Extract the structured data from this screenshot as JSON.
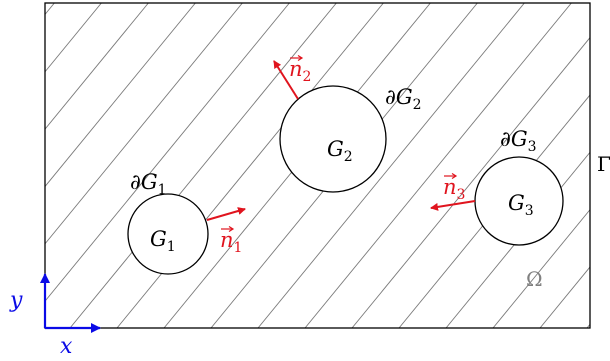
{
  "domain_labels": {
    "omega": "Ω",
    "gamma": "Γ"
  },
  "axes": {
    "x_label": "x",
    "y_label": "y",
    "color": "#0a0ae6"
  },
  "inclusions": [
    {
      "id": "1",
      "region_base": "G",
      "subscript": "1",
      "boundary_prefix": "∂G",
      "normal_base": "n",
      "normal_subscript": "1"
    },
    {
      "id": "2",
      "region_base": "G",
      "subscript": "2",
      "boundary_prefix": "∂G",
      "normal_base": "n",
      "normal_subscript": "2"
    },
    {
      "id": "3",
      "region_base": "G",
      "subscript": "3",
      "boundary_prefix": "∂G",
      "normal_base": "n",
      "normal_subscript": "3"
    }
  ],
  "colors": {
    "normal_arrow": "#e0141e",
    "hatch": "#7a7a7a",
    "outline": "#000000",
    "omega_label": "#808080"
  }
}
